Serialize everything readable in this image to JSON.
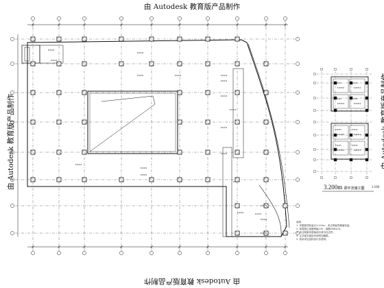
{
  "watermark": {
    "text": "由 Autodesk 教育版产品制作"
  },
  "detail_drawing": {
    "title": "3.200m",
    "subtitle": "梁平法施工图",
    "scale": "1:100"
  },
  "notes": {
    "heading": "说明",
    "lines": [
      "1. 本图梁顶标高为3.200m，未注明者同楼面标高。",
      "2. 梁混凝土强度等级C30，钢筋HRB400。",
      "3. 未注明梁均居轴线中或与柱边齐。",
      "4. 主次梁交接处均设附加箍筋。",
      "5. 其余详见结构设计总说明。"
    ]
  },
  "colors": {
    "line": "#111111",
    "grid": "#444444",
    "background": "#ffffff"
  }
}
